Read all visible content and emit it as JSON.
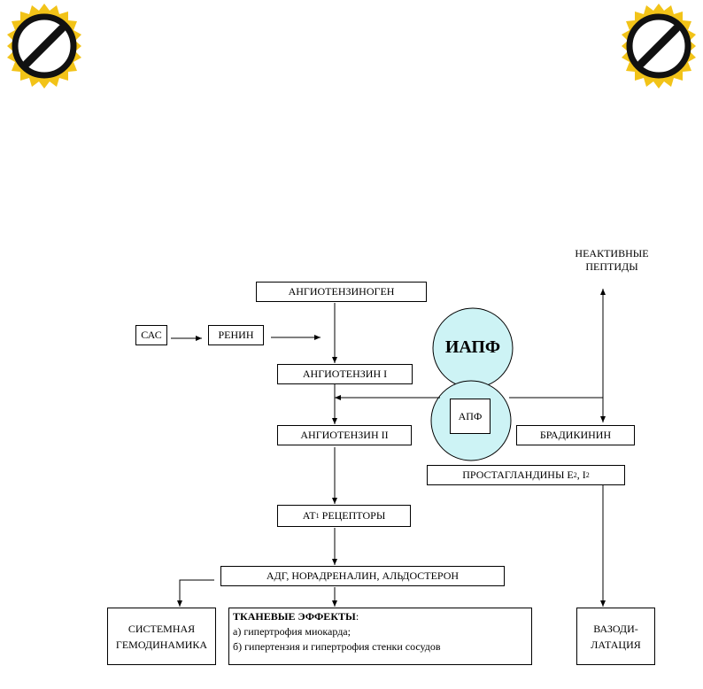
{
  "badges": {
    "left": "no-sign-icon",
    "right": "no-sign-icon",
    "colors": {
      "gear": "#f2c318",
      "circle": "#ffffff",
      "slash": "#111111"
    }
  },
  "nodes": {
    "angiotensinogen": "АНГИОТЕНЗИНОГЕН",
    "sas": "САС",
    "renin": "РЕНИН",
    "angiotensin1": "АНГИОТЕНЗИН I",
    "angiotensin2": "АНГИОТЕНЗИН II",
    "at1_prefix": "АТ",
    "at1_sub": "1",
    "at1_suffix": " РЕЦЕПТОРЫ",
    "adh": "АДГ, НОРАДРЕНАЛИН, АЛЬДОСТЕРОН",
    "systemic_line1": "СИСТЕМНАЯ",
    "systemic_line2": "ГЕМОДИНАМИКА",
    "tissue_head": "ТКАНЕВЫЕ ЭФФЕКТЫ",
    "tissue_colon": ":",
    "tissue_a": "а) гипертрофия миокарда;",
    "tissue_b": "б) гипертензия и гипертрофия стенки сосудов",
    "iapf": "ИАПФ",
    "apf": "АПФ",
    "bradykinin": "БРАДИКИНИН",
    "prostaglandins_prefix": "ПРОСТАГЛАНДИНЫ Е",
    "prostaglandins_sub1": "2",
    "prostaglandins_mid": ", I",
    "prostaglandins_sub2": "2",
    "inactive_line1": "НЕАКТИВНЫЕ",
    "inactive_line2": "ПЕПТИДЫ",
    "vasodilation_line1": "ВАЗОДИ-",
    "vasodilation_line2": "ЛАТАЦИЯ"
  },
  "colors": {
    "circle_fill": "#cdf3f5",
    "line": "#000000"
  }
}
